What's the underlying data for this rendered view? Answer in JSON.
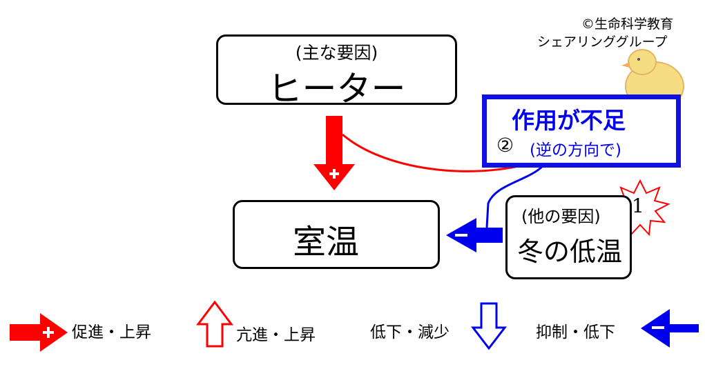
{
  "copyright": {
    "line1": "©生命科学教育",
    "line2": "シェアリンググループ"
  },
  "heater_box": {
    "sub": "(主な要因)",
    "main": "ヒーター"
  },
  "room_box": {
    "main": "室温"
  },
  "winter_box": {
    "sub": "(他の要因)",
    "main": "冬の低温",
    "badge": "1"
  },
  "effect_box": {
    "title": "作用が不足",
    "num": "②",
    "detail": "(逆の方向で)"
  },
  "legend": [
    {
      "label": "促進・上昇",
      "icon": "red-plus-arrow-icon"
    },
    {
      "label": "亢進・上昇",
      "icon": "red-up-outline-arrow-icon"
    },
    {
      "label": "低下・減少",
      "icon": "blue-down-outline-arrow-icon"
    },
    {
      "label": "抑制・低下",
      "icon": "blue-minus-arrow-icon"
    }
  ],
  "colors": {
    "red": "#ff0000",
    "blue": "#0000ee",
    "effect_border": "#1010e0"
  }
}
